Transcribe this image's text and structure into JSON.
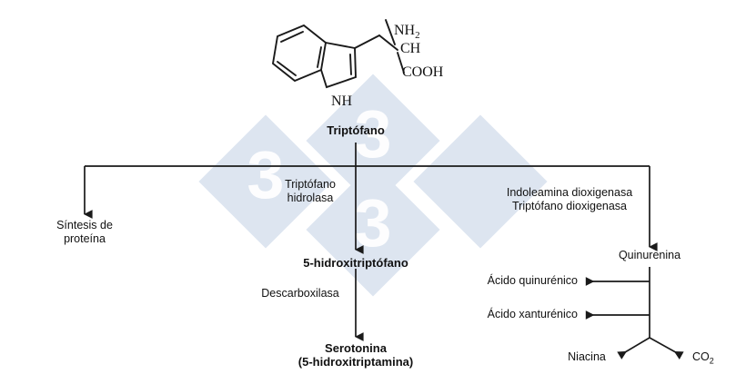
{
  "diagram": {
    "title": "Triptófano",
    "language": "es"
  },
  "molecule": {
    "name": "triptofano-structure",
    "atom_labels": {
      "amine": "NH",
      "amine_sub": "2",
      "methine": "CH",
      "carboxyl": "COOH",
      "indole_nh": "NH"
    }
  },
  "nodes": {
    "tryptophan": "Triptófano",
    "protein_synthesis": "Síntesis de\nproteína",
    "hydroxytryptophan": "5-hidroxitriptófano",
    "serotonin": "Serotonina\n(5-hidroxitriptamina)",
    "kynurenine": "Quinurenina",
    "kynurenic_acid": "Ácido quinurénico",
    "xanthurenic_acid": "Ácido xanturénico",
    "niacin": "Niacina",
    "co2": "CO",
    "co2_sub": "2"
  },
  "enzymes": {
    "tryptophan_hydroxylase": "Triptófano\nhidrolasa",
    "decarboxylase": "Descarboxilasa",
    "dioxygenases": "Indoleamina dioxigenasa\nTriptófano dioxigenasa"
  },
  "watermark": {
    "digit": "3",
    "color": "#dde5f0",
    "digit_color": "#ffffff"
  },
  "colors": {
    "line": "#1a1a1a",
    "text": "#111111",
    "background": "#ffffff"
  }
}
